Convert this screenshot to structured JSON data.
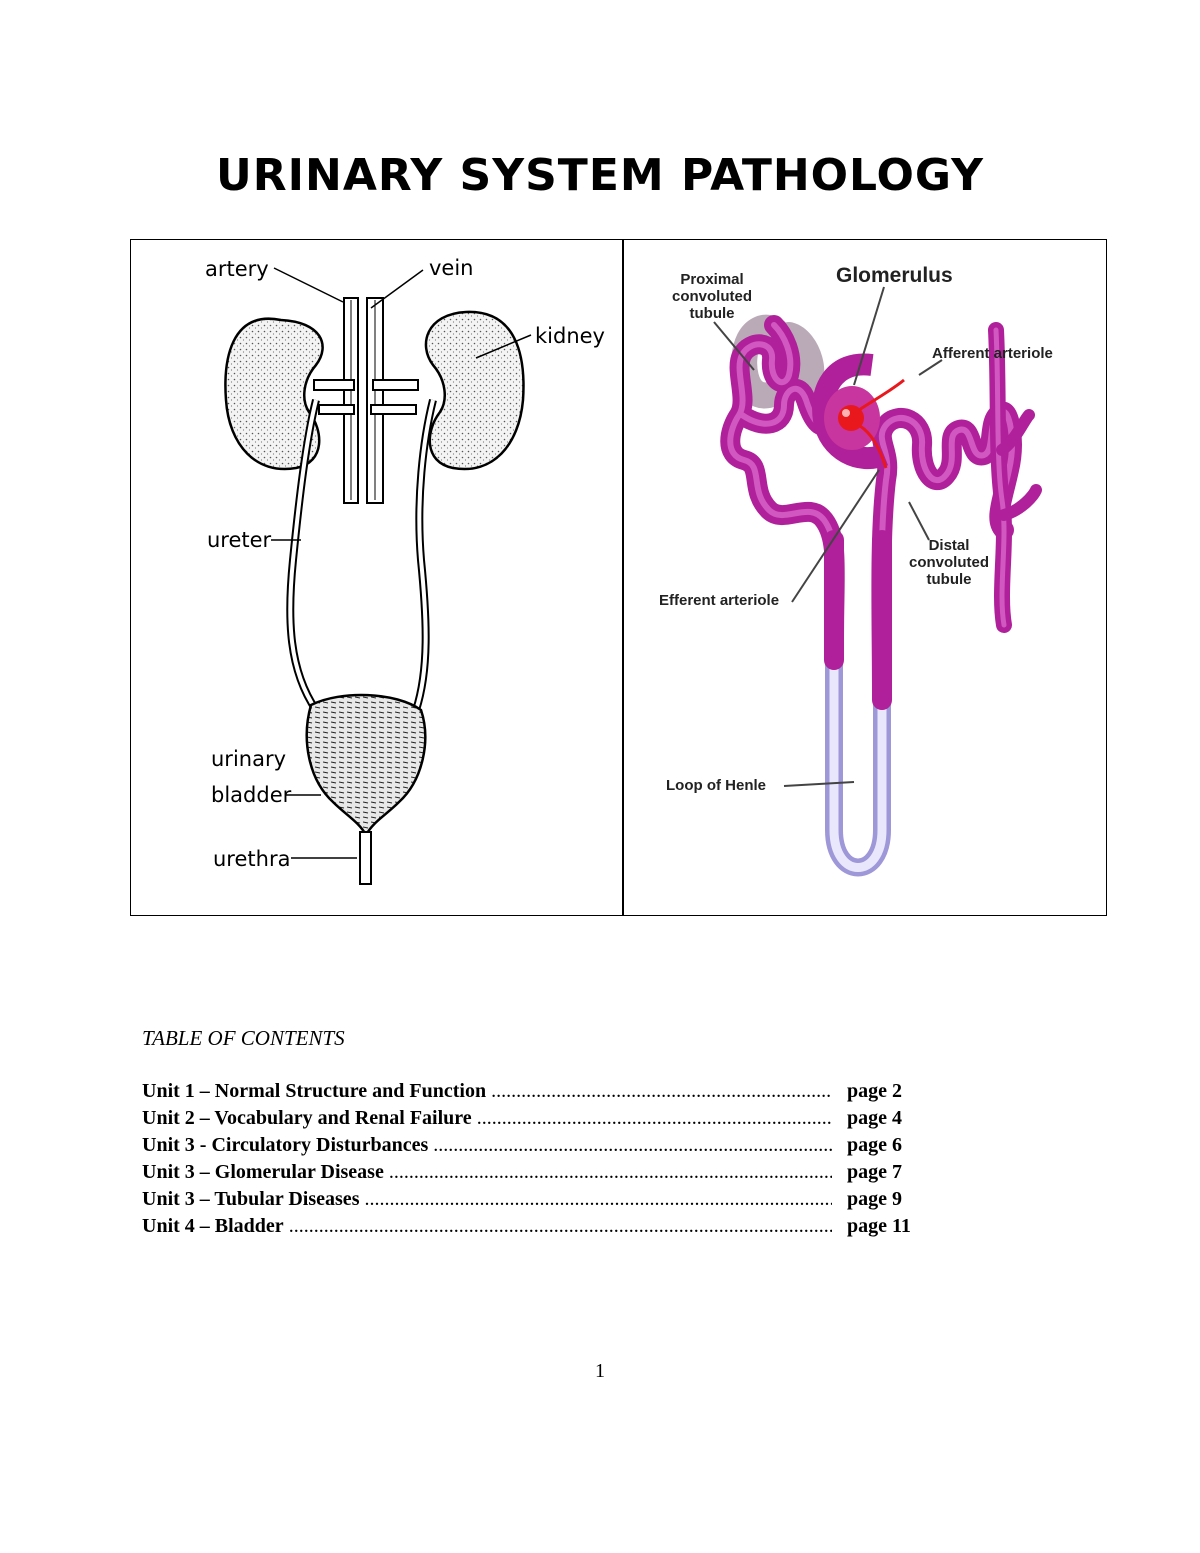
{
  "document": {
    "title": "URINARY SYSTEM PATHOLOGY",
    "page_number": "1"
  },
  "figures": {
    "urinary_system": {
      "labels": {
        "artery": "artery",
        "vein": "vein",
        "kidney": "kidney",
        "ureter": "ureter",
        "urinary": "urinary",
        "bladder": "bladder",
        "urethra": "urethra"
      }
    },
    "nephron": {
      "labels": {
        "proximal_1": "Proximal",
        "proximal_2": "convoluted",
        "proximal_3": "tubule",
        "glomerulus": "Glomerulus",
        "afferent": "Afferent arteriole",
        "distal_1": "Distal",
        "distal_2": "convoluted",
        "distal_3": "tubule",
        "efferent": "Efferent arteriole",
        "loop": "Loop of Henle"
      },
      "colors": {
        "tubule": "#b0209a",
        "tubule_glow": "#7a1a6e",
        "loop": "#c9c6f0",
        "blood": "#e8181c"
      }
    }
  },
  "toc": {
    "heading": "TABLE OF CONTENTS",
    "entries": [
      {
        "label": "Unit 1 – Normal Structure and Function",
        "page": "page 2"
      },
      {
        "label": "Unit 2 – Vocabulary and Renal Failure",
        "page": "page 4"
      },
      {
        "label": "Unit 3 - Circulatory Disturbances",
        "page": "page 6"
      },
      {
        "label": "Unit 3 – Glomerular Disease",
        "page": "page 7"
      },
      {
        "label": "Unit 3 – Tubular Diseases",
        "page": "page 9"
      },
      {
        "label": "Unit 4 – Bladder",
        "page": "page 11"
      }
    ]
  }
}
